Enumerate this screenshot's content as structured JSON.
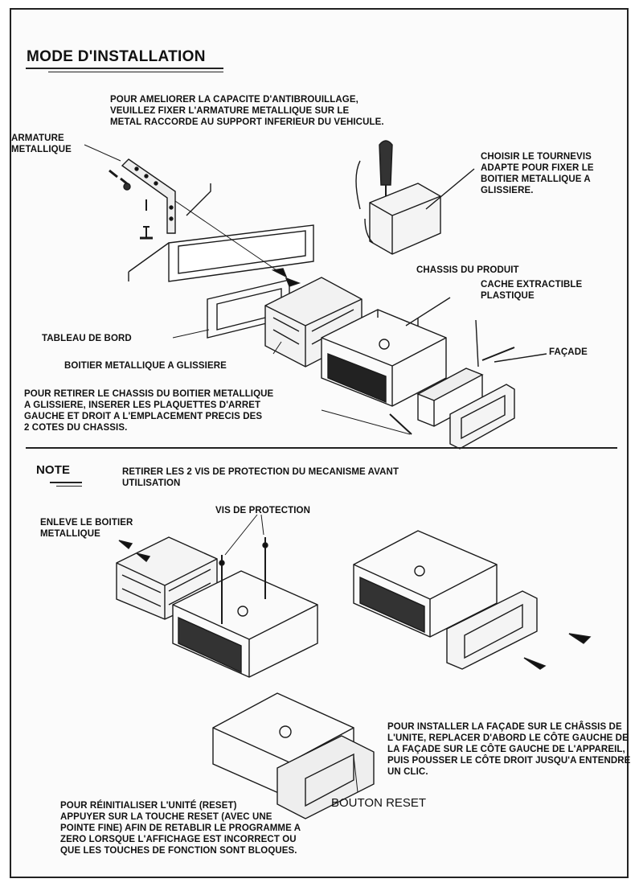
{
  "title": "MODE D'INSTALLATION",
  "install": {
    "intro": "POUR AMELIORER LA CAPACITE D'ANTIBROUILLAGE,\nVEUILLEZ FIXER L'ARMATURE METALLIQUE SUR LE\nMETAL RACCORDE AU SUPPORT INFERIEUR DU VEHICULE.",
    "armature": "ARMATURE\nMETALLIQUE",
    "screwdriver": "CHOISIR LE TOURNEVIS\nADAPTE POUR FIXER LE\nBOITIER METALLIQUE A\nGLISSIERE.",
    "chassis": "CHASSIS DU PRODUIT",
    "cache": "CACHE EXTRACTIBLE\nPLASTIQUE",
    "facade": "FAÇADE",
    "tableau": "TABLEAU DE BORD",
    "boitier": "BOITIER METALLIQUE A GLISSIERE",
    "retirer": "POUR RETIRER LE CHASSIS DU BOITIER METALLIQUE\nA GLISSIERE, INSERER LES PLAQUETTES D'ARRET\nGAUCHE ET DROIT A L'EMPLACEMENT PRECIS DES\n2 COTES DU CHASSIS."
  },
  "note": {
    "heading": "NOTE",
    "text": "RETIRER LES 2 VIS DE PROTECTION DU MECANISME AVANT\nUTILISATION",
    "enleve": "ENLEVE LE BOITIER\nMETALLIQUE",
    "vis": "VIS DE PROTECTION",
    "installer_facade": "POUR INSTALLER LA FAÇADE SUR LE CHÂSSIS DE\nL'UNITE,  REPLACER D'ABORD LE CÔTE GAUCHE DE\nLA FAÇADE SUR LE CÔTE GAUCHE DE L'APPAREIL,\nPUIS POUSSER LE CÔTE DROIT JUSQU'A ENTENDRE\nUN CLIC.",
    "reset_button": "BOUTON RESET",
    "reset_text": "POUR RÉINITIALISER L'UNITÉ (RESET)\nAPPUYER SUR LA TOUCHE RESET (AVEC UNE\nPOINTE FINE) AFIN DE RETABLIR LE PROGRAMME A\nZERO LORSQUE L'AFFICHAGE EST INCORRECT OU\nQUE LES TOUCHES DE FONCTION SONT BLOQUES."
  }
}
